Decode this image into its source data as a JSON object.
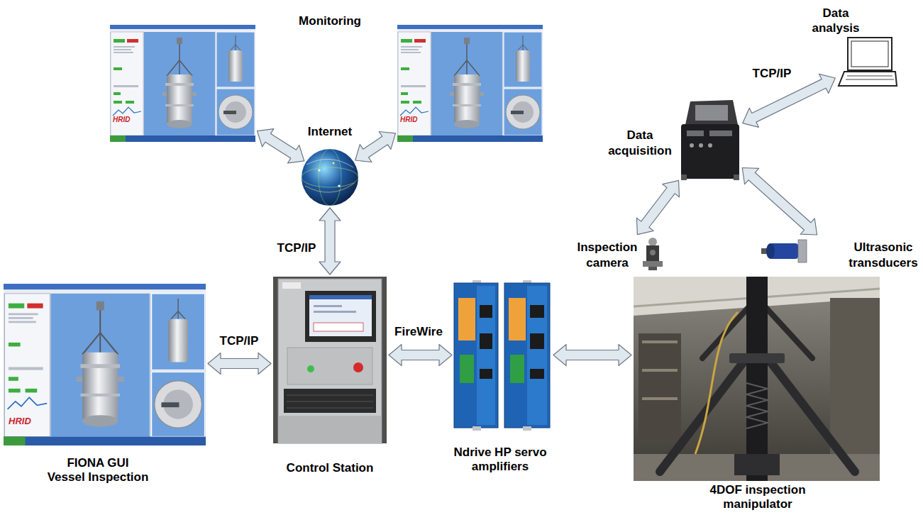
{
  "diagram": {
    "nodes": [
      {
        "text": [
          "HRID"
        ]
      },
      {
        "text": [
          "HRID"
        ]
      },
      {
        "text": [
          "Internet"
        ]
      },
      {
        "text": [
          "Control Station"
        ]
      },
      {
        "text": [
          "HRID",
          "FIONA GUI Vessel Inspection"
        ]
      },
      {
        "text": [
          "Ndrive HP servo amplifiers"
        ]
      },
      {
        "text": [
          "4DOF inspection manipulator"
        ]
      },
      {
        "text": [
          "Inspection camera"
        ]
      },
      {
        "text": [
          "Ultrasonic transducers"
        ]
      },
      {
        "text": [
          "Data acquisition"
        ]
      },
      {
        "text": [
          "Data analysis"
        ]
      }
    ],
    "edges": [
      {
        "from": 0,
        "to": 2,
        "arrow": "both"
      },
      {
        "from": 1,
        "to": 2,
        "arrow": "both"
      },
      {
        "from": 3,
        "to": 2,
        "label": "TCP/IP",
        "arrow": "both"
      },
      {
        "from": 4,
        "to": 3,
        "label": "TCP/IP",
        "arrow": "both"
      },
      {
        "from": 3,
        "to": 5,
        "label": "FireWire",
        "arrow": "both"
      },
      {
        "from": 5,
        "to": 6,
        "arrow": "both"
      },
      {
        "from": 9,
        "to": 7,
        "arrow": "both"
      },
      {
        "from": 9,
        "to": 8,
        "arrow": "both"
      },
      {
        "from": 9,
        "to": 10,
        "label": "TCP/IP",
        "arrow": "both"
      }
    ],
    "labels": [
      "Monitoring"
    ]
  }
}
